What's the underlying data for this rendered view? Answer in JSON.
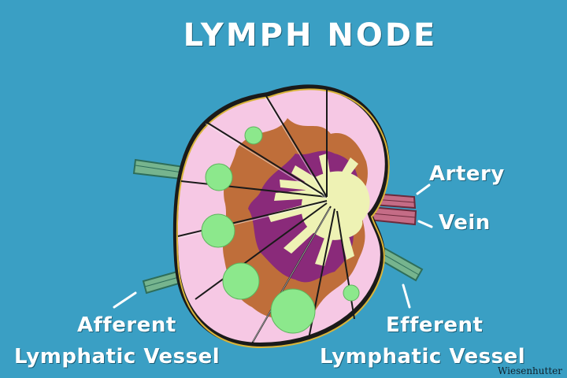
{
  "title": "LYMPH  NODE",
  "labels": {
    "artery": "Artery",
    "vein": "Vein",
    "afferent_line1": "Afferent",
    "afferent_line2": "Lymphatic Vessel",
    "efferent_line1": "Efferent",
    "efferent_line2": "Lymphatic Vessel"
  },
  "credit": "Wiesenhutter",
  "colors": {
    "background": "#3a9fc4",
    "capsule": "#1a1a1a",
    "capsule_rim": "#d8b43a",
    "cortex": "#f6c8e4",
    "paracortex": "#bf6e3a",
    "medulla": "#8a2a7a",
    "hilum": "#eef2b4",
    "follicle": "#8ce88c",
    "lymphatic_vessel": "#76b48e",
    "blood_vessels": "#c46c86"
  }
}
